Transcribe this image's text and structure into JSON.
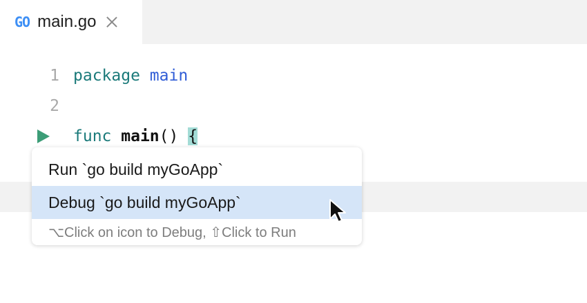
{
  "tab": {
    "file_type_badge": "GO",
    "file_name": "main.go",
    "close_icon": "close-icon"
  },
  "editor": {
    "lines": [
      {
        "number": "1",
        "tokens": [
          "package",
          "main"
        ]
      },
      {
        "number": "2",
        "tokens": []
      },
      {
        "number": "",
        "gutter_icon": "run-icon",
        "tokens": [
          "func",
          "main",
          "()",
          "{"
        ]
      }
    ]
  },
  "popup": {
    "items": [
      {
        "label": "Run `go build myGoApp`",
        "selected": false
      },
      {
        "label": "Debug `go build myGoApp`",
        "selected": true
      }
    ],
    "hint": "⌥Click on icon to Debug, ⇧Click to Run"
  },
  "colors": {
    "go_badge": "#3d8ff5",
    "keyword": "#1b7a7a",
    "package_name": "#2f5cd6",
    "run_icon": "#3c9d77",
    "brace_highlight": "#a3dcd6",
    "selection": "#d5e5f8",
    "current_line": "#f2f2f2"
  }
}
